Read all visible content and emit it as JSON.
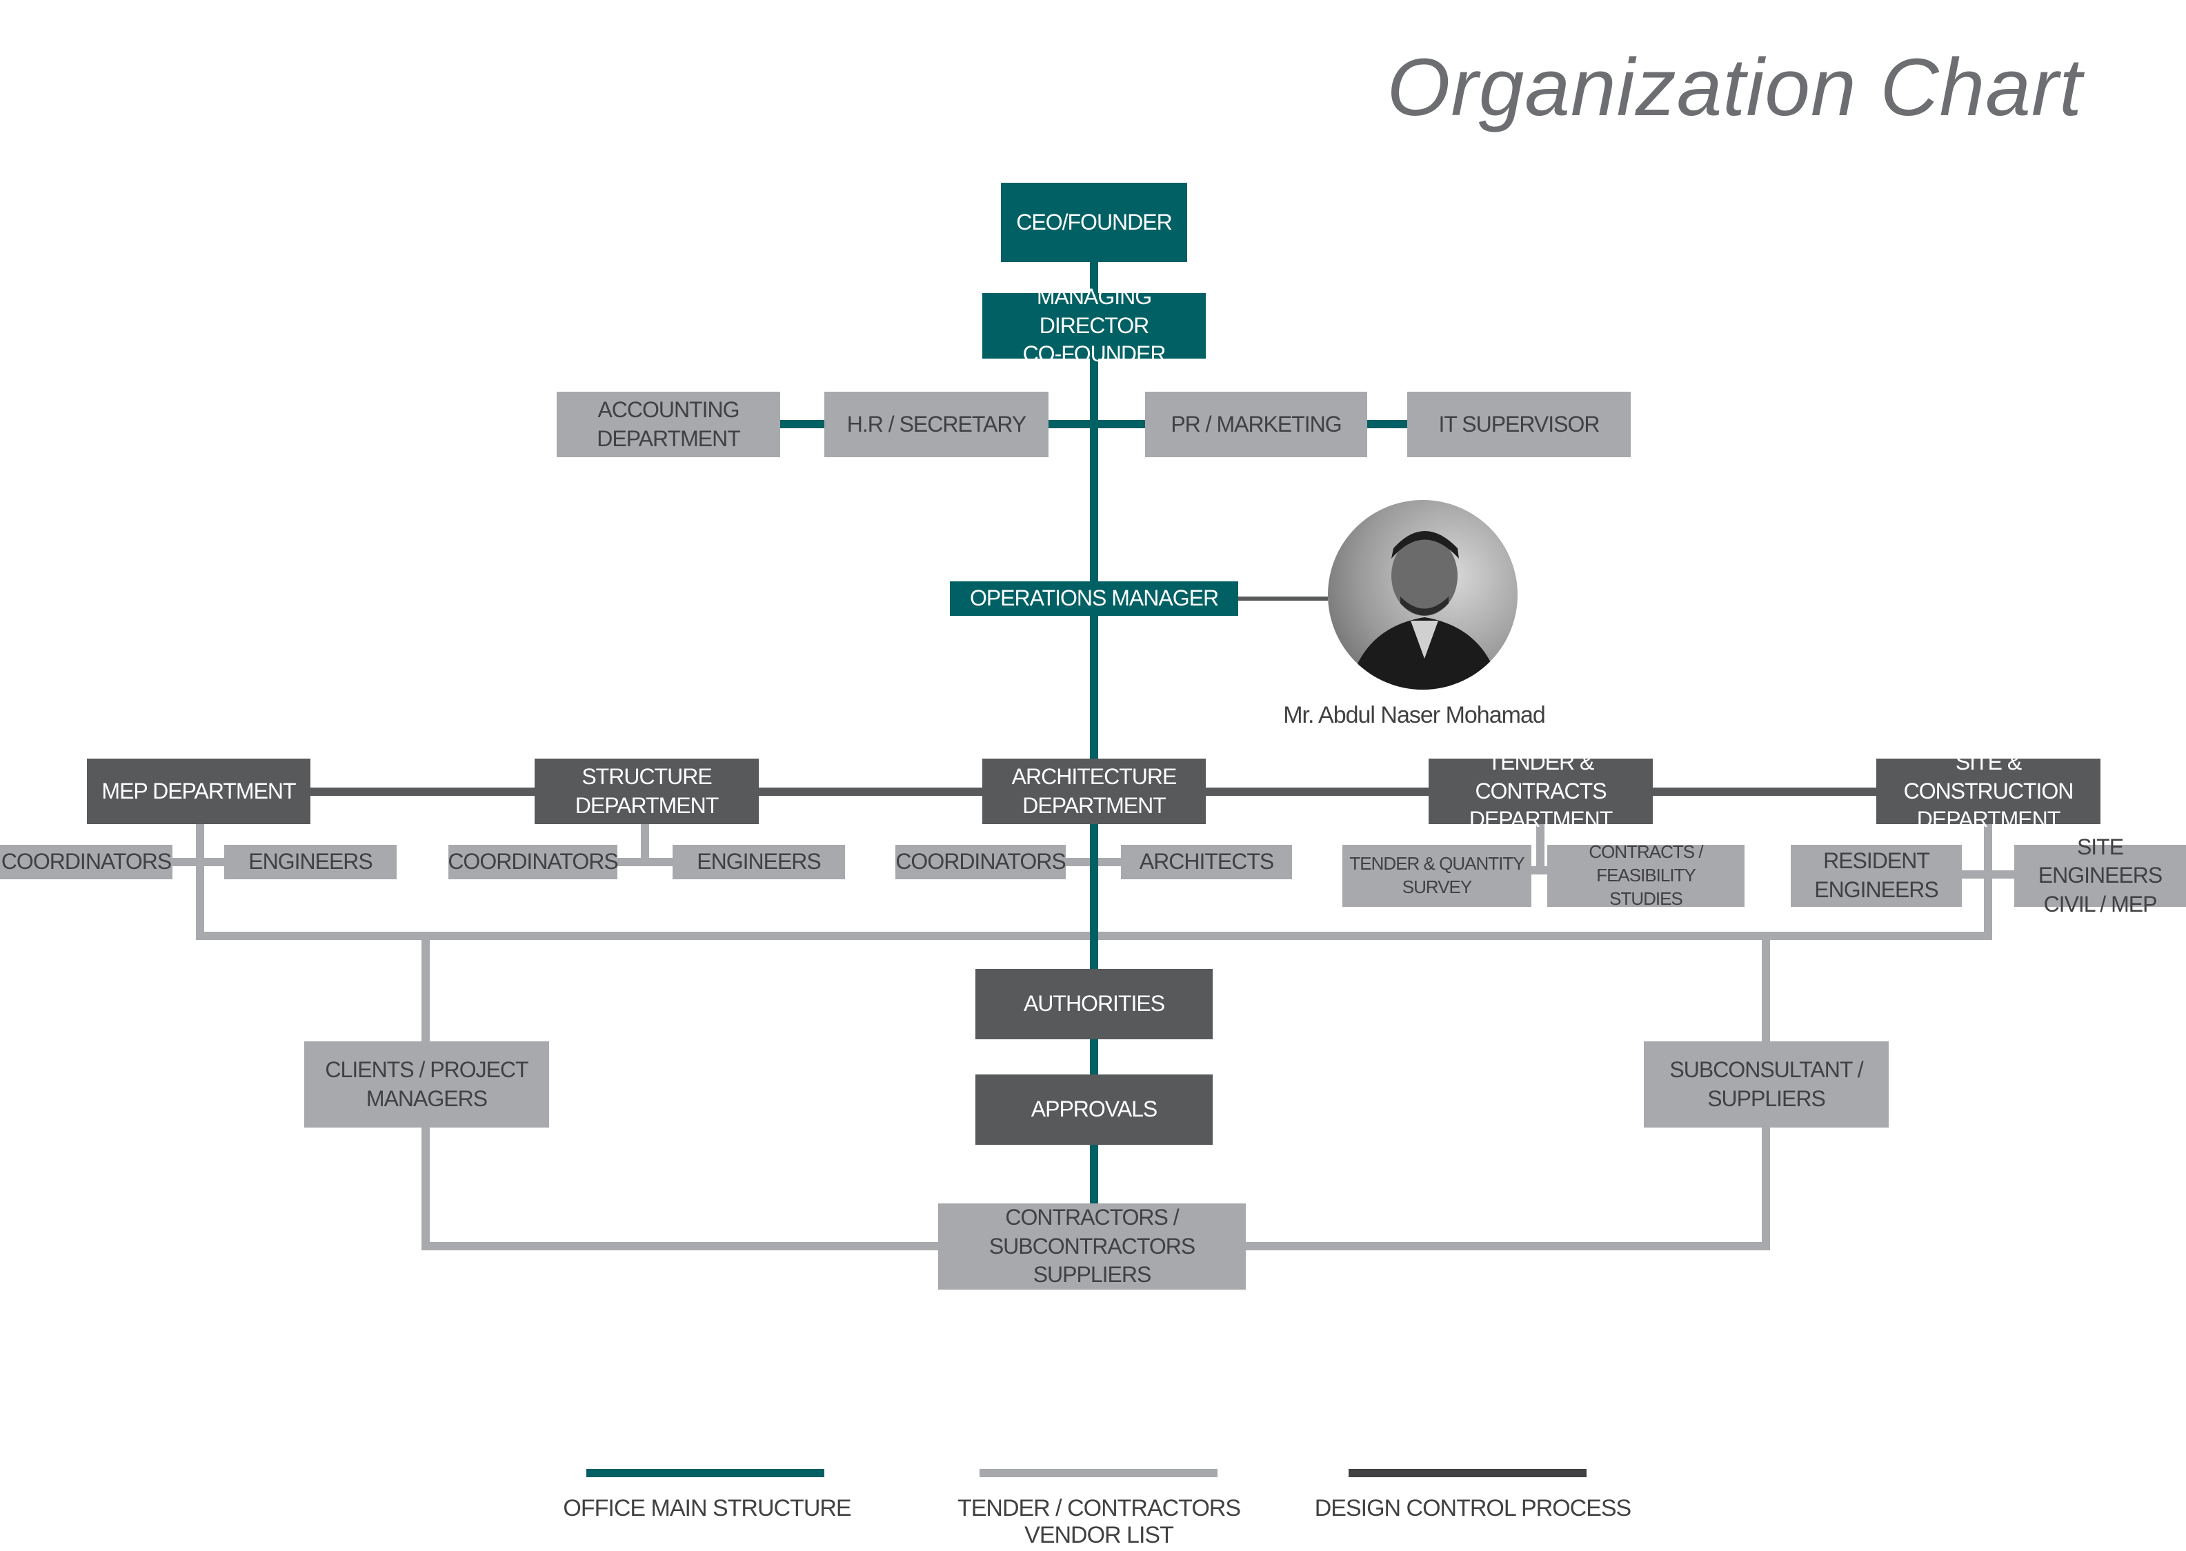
{
  "title": "Organization Chart",
  "colors": {
    "main": "#006064",
    "vendor": "#a7a9ac",
    "design": "#414042",
    "dark_box": "#58595b"
  },
  "boxes": {
    "ceo": "CEO/FOUNDER",
    "md": "MANAGING DIRECTOR\nCO-FOUNDER",
    "accounting": "ACCOUNTING\nDEPARTMENT",
    "hr": "H.R / SECRETARY",
    "pr": "PR / MARKETING",
    "it": "IT SUPERVISOR",
    "ops": "OPERATIONS MANAGER",
    "mep": "MEP DEPARTMENT",
    "structure": "STRUCTURE\nDEPARTMENT",
    "architecture": "ARCHITECTURE\nDEPARTMENT",
    "tender": "TENDER & CONTRACTS\nDEPARTMENT",
    "site": "SITE & CONSTRUCTION\nDEPARTMENT",
    "mep_coord": "COORDINATORS",
    "mep_eng": "ENGINEERS",
    "str_coord": "COORDINATORS",
    "str_eng": "ENGINEERS",
    "arch_coord": "COORDINATORS",
    "arch_arch": "ARCHITECTS",
    "tender_qs": "TENDER & QUANTITY\nSURVEY",
    "tender_fs": "CONTRACTS / FEASIBILITY\nSTUDIES",
    "site_res": "RESIDENT\nENGINEERS",
    "site_eng": "SITE ENGINEERS\nCIVIL / MEP",
    "authorities": "AUTHORITIES",
    "approvals": "APPROVALS",
    "clients": "CLIENTS / PROJECT\nMANAGERS",
    "subconsultant": "SUBCONSULTANT /\nSUPPLIERS",
    "contractors": "CONTRACTORS /\nSUBCONTRACTORS SUPPLIERS"
  },
  "person_name": "Mr. Abdul Naser Mohamad",
  "legend": [
    {
      "label": "OFFICE MAIN STRUCTURE",
      "color": "#006064"
    },
    {
      "label": "TENDER / CONTRACTORS\nVENDOR LIST",
      "color": "#a7a9ac"
    },
    {
      "label": "DESIGN CONTROL PROCESS",
      "color": "#414042"
    }
  ]
}
